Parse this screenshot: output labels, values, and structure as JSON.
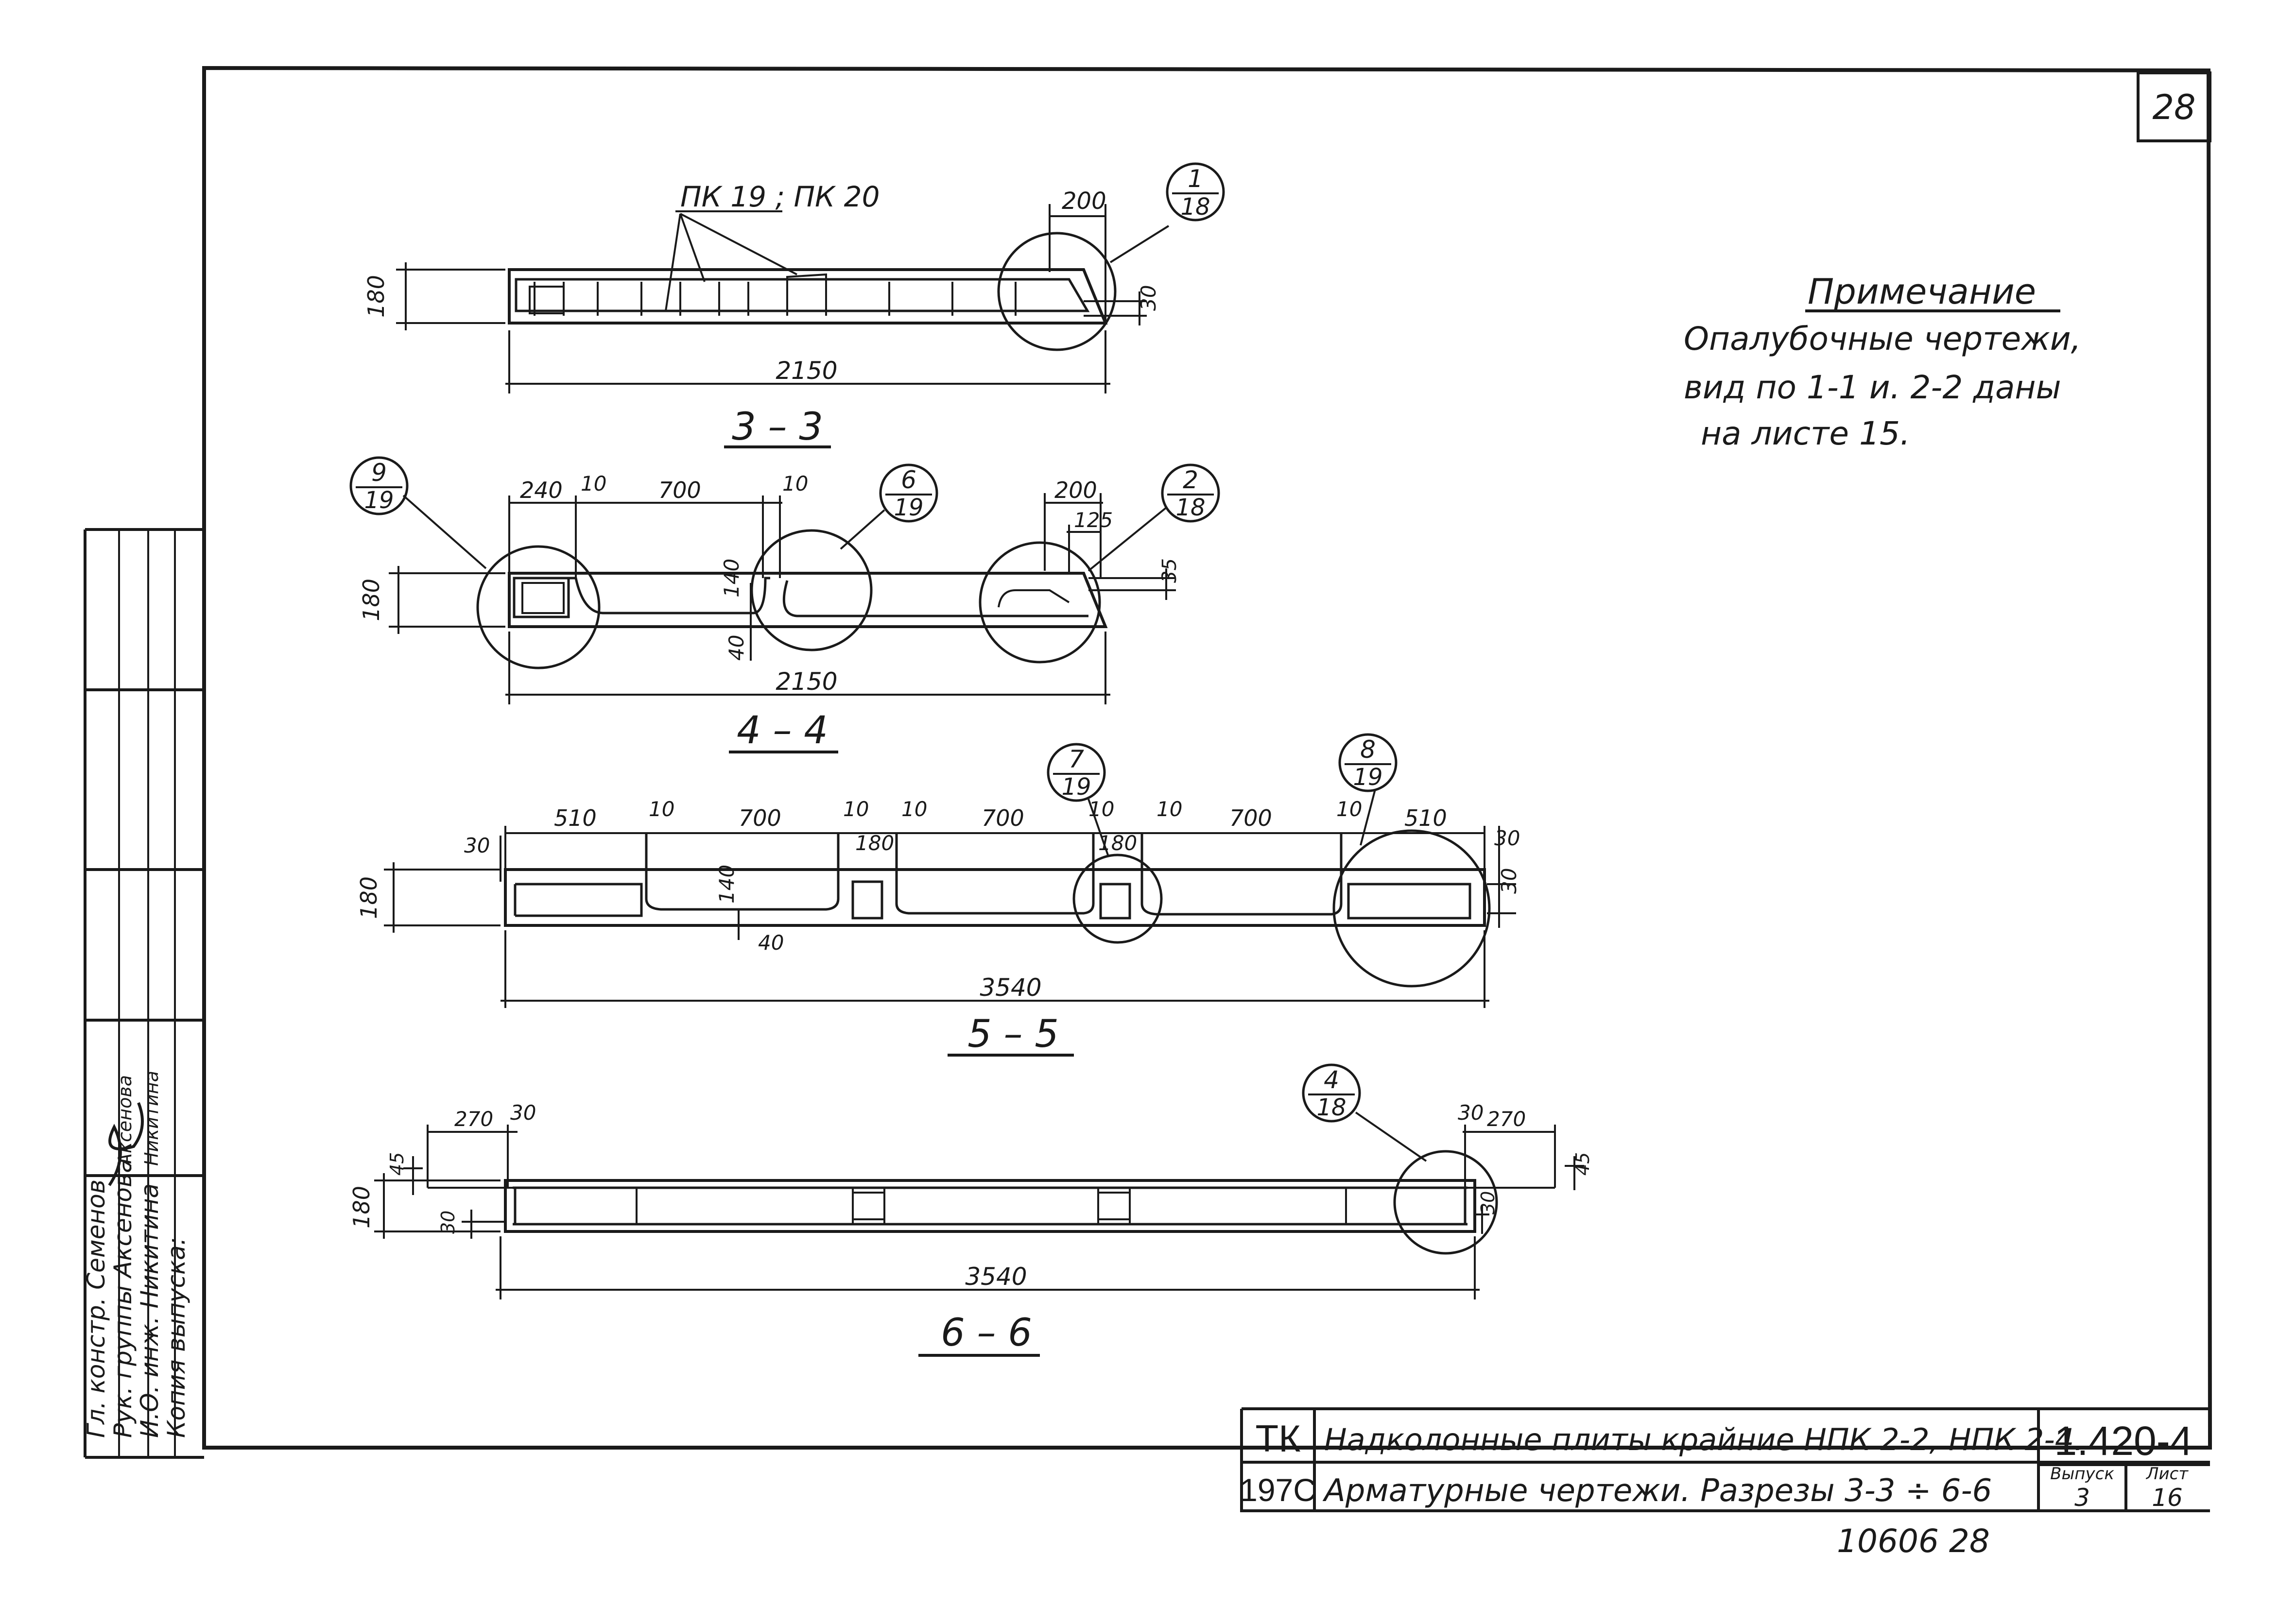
{
  "sheet_number": "28",
  "note": {
    "title": "Примечание",
    "lines": [
      "Опалубочные чертежи,",
      "вид по 1-1 и. 2-2 даны",
      "на листе 15."
    ]
  },
  "sections": {
    "s33": {
      "title": "3 – 3",
      "callout_text": "ПК 19 ; ПК 20",
      "dims": {
        "top": "200",
        "height": "180",
        "side": "30",
        "length": "2150"
      },
      "ref": {
        "num": "1",
        "sheet": "18"
      }
    },
    "s44": {
      "title": "4 – 4",
      "dims": {
        "d240": "240",
        "d10a": "10",
        "d700": "700",
        "d10b": "10",
        "d200": "200",
        "d125": "125",
        "d35": "35",
        "d140": "140",
        "d40": "40",
        "height": "180",
        "length": "2150"
      },
      "refs": [
        {
          "num": "9",
          "sheet": "19"
        },
        {
          "num": "6",
          "sheet": "19"
        },
        {
          "num": "2",
          "sheet": "18"
        }
      ]
    },
    "s55": {
      "title": "5 – 5",
      "dims": {
        "d510a": "510",
        "d10a": "10",
        "d700a": "700",
        "d10b": "10",
        "d10c": "10",
        "d700b": "700",
        "d10d": "10",
        "d180a": "180",
        "d180b": "180",
        "d10e": "10",
        "d700c": "700",
        "d10f": "10",
        "d510b": "510",
        "d30a": "30",
        "d30b": "30",
        "d30c": "30",
        "d140": "140",
        "d40": "40",
        "height": "180",
        "length": "3540"
      },
      "refs": [
        {
          "num": "7",
          "sheet": "19"
        },
        {
          "num": "8",
          "sheet": "19"
        }
      ]
    },
    "s66": {
      "title": "6 – 6",
      "dims": {
        "d270a": "270",
        "d30a": "30",
        "d30b": "30",
        "d270b": "270",
        "d45a": "45",
        "d45b": "45",
        "d30c": "30",
        "d30d": "30",
        "height": "180",
        "length": "3540"
      },
      "ref": {
        "num": "4",
        "sheet": "18"
      }
    }
  },
  "side_stamp": {
    "lines": [
      "Гл. констр.  Семенов",
      "Рук. группы  Аксенова",
      "И.О. инж.  Никитина",
      "Копия выпуска:"
    ],
    "signatures": [
      "Аксенова",
      "Никитина"
    ]
  },
  "title_block": {
    "org": "ТК",
    "year": "197С",
    "line1": "Надколонные плиты крайние НПК 2-2, НПК 2-4.",
    "line2": "Арматурные чертежи. Разрезы 3-3 ÷ 6-6",
    "code": "1.420-4",
    "issue_label": "Выпуск",
    "issue": "3",
    "sheet_label": "Лист",
    "sheet": "16"
  },
  "archive_number": "10606   28"
}
